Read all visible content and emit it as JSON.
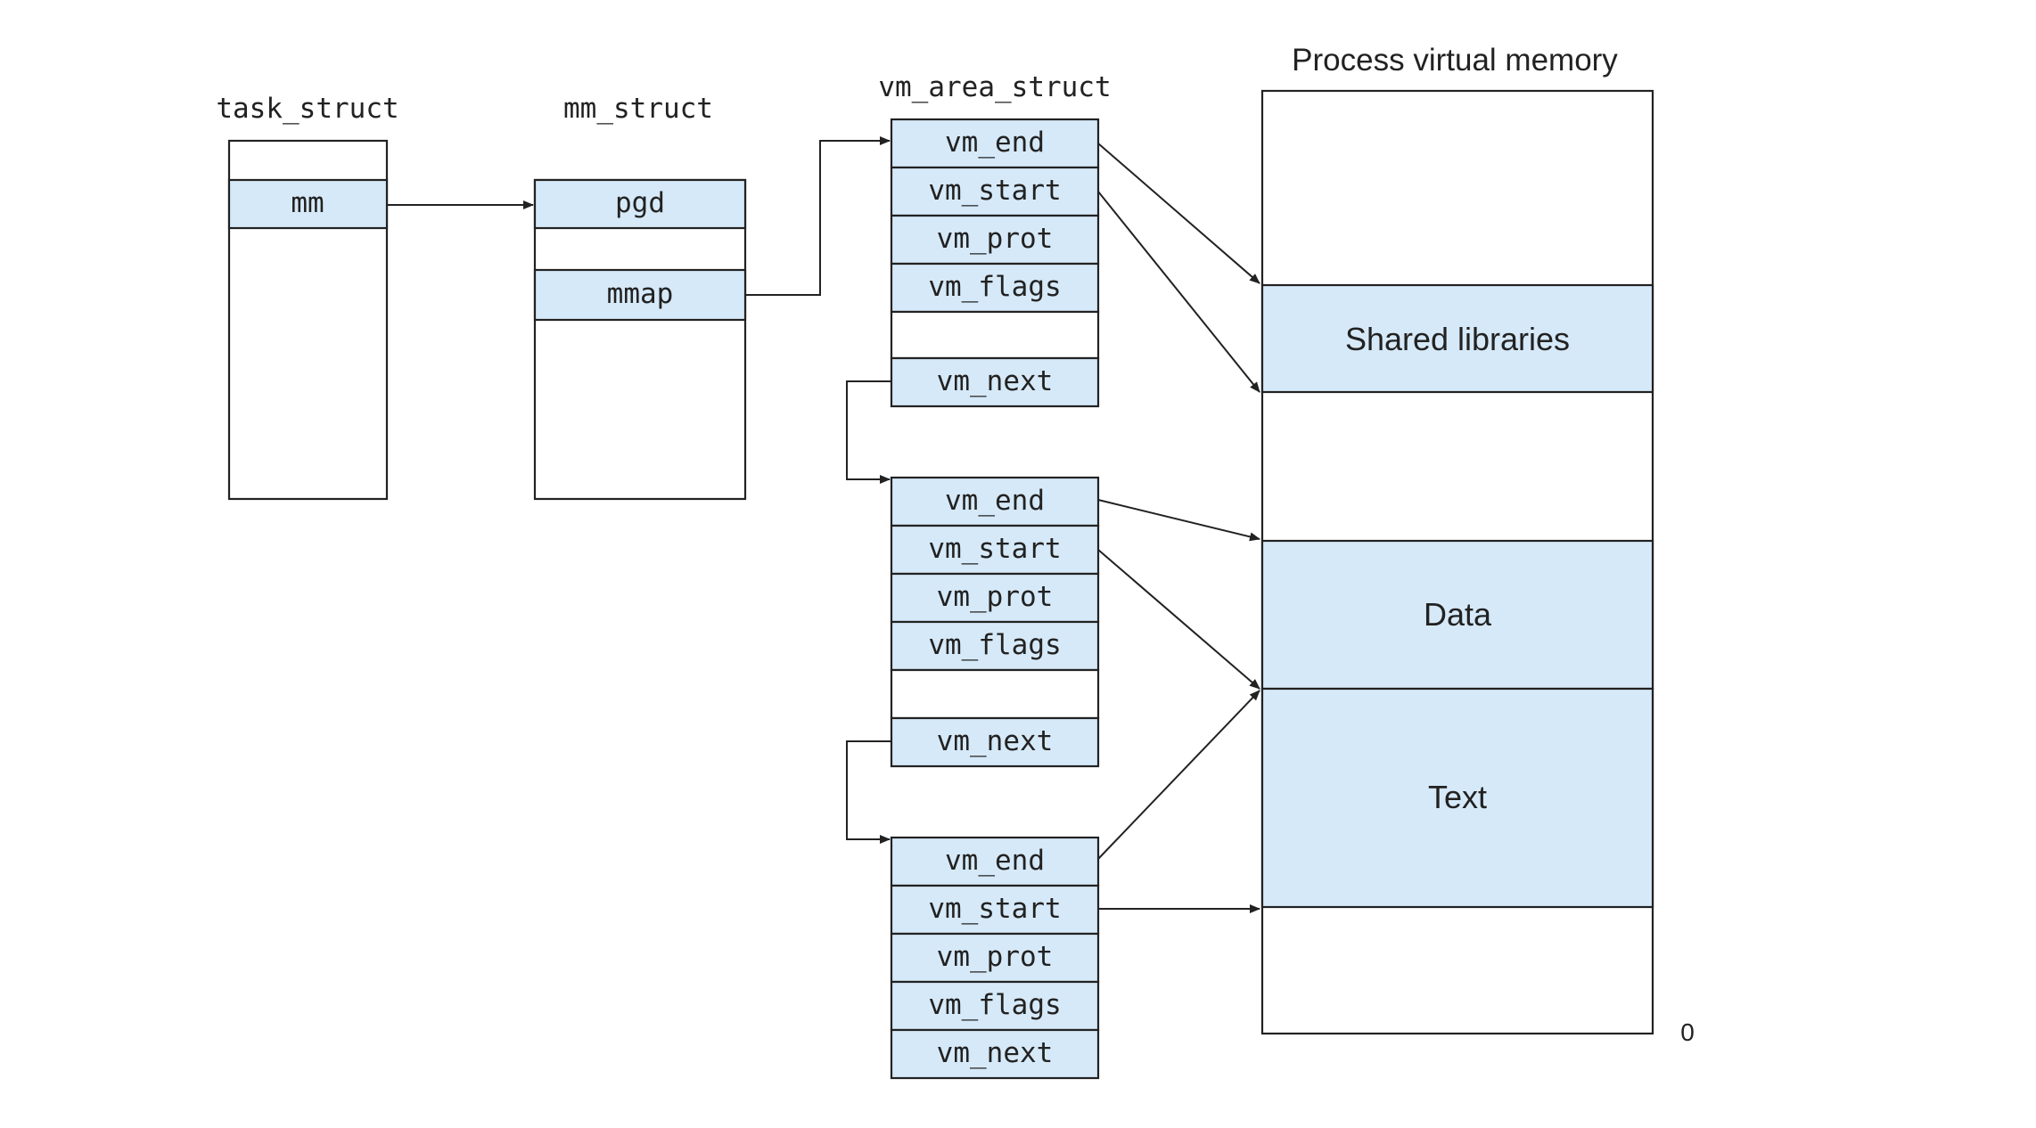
{
  "headings": {
    "task_struct": "task_struct",
    "mm_struct": "mm_struct",
    "vm_area_struct": "vm_area_struct",
    "process_virtual_memory": "Process virtual memory"
  },
  "task_struct": {
    "mm": "mm"
  },
  "mm_struct": {
    "pgd": "pgd",
    "mmap": "mmap"
  },
  "vm_areas": [
    {
      "vm_end": "vm_end",
      "vm_start": "vm_start",
      "vm_prot": "vm_prot",
      "vm_flags": "vm_flags",
      "vm_next": "vm_next"
    },
    {
      "vm_end": "vm_end",
      "vm_start": "vm_start",
      "vm_prot": "vm_prot",
      "vm_flags": "vm_flags",
      "vm_next": "vm_next"
    },
    {
      "vm_end": "vm_end",
      "vm_start": "vm_start",
      "vm_prot": "vm_prot",
      "vm_flags": "vm_flags",
      "vm_next": "vm_next"
    }
  ],
  "memory_regions": {
    "shared_libraries": "Shared libraries",
    "data": "Data",
    "text": "Text"
  },
  "address_zero": "0",
  "colors": {
    "filled_cell": "#d6e9f8",
    "stroke": "#222222"
  }
}
